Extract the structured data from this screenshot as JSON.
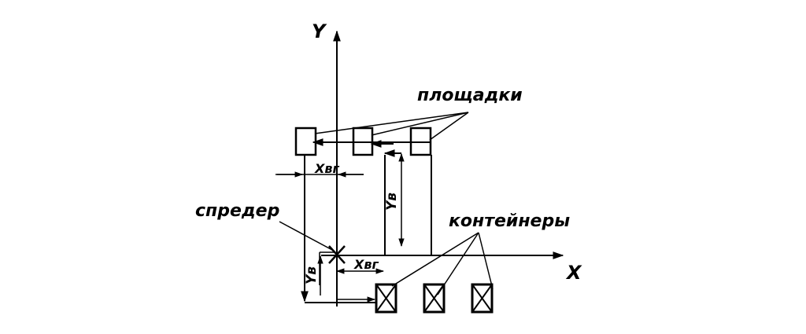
{
  "labels": {
    "y_axis": "Y",
    "x_axis": "X",
    "platforms": "площадки",
    "spreader": "спредер",
    "containers": "контейнеры",
    "x_upper": "Xвг",
    "x_lower": "Xвг",
    "y_right": "Yв",
    "y_left": "Yв"
  },
  "colors": {
    "stroke": "#000000",
    "background": "#ffffff"
  }
}
